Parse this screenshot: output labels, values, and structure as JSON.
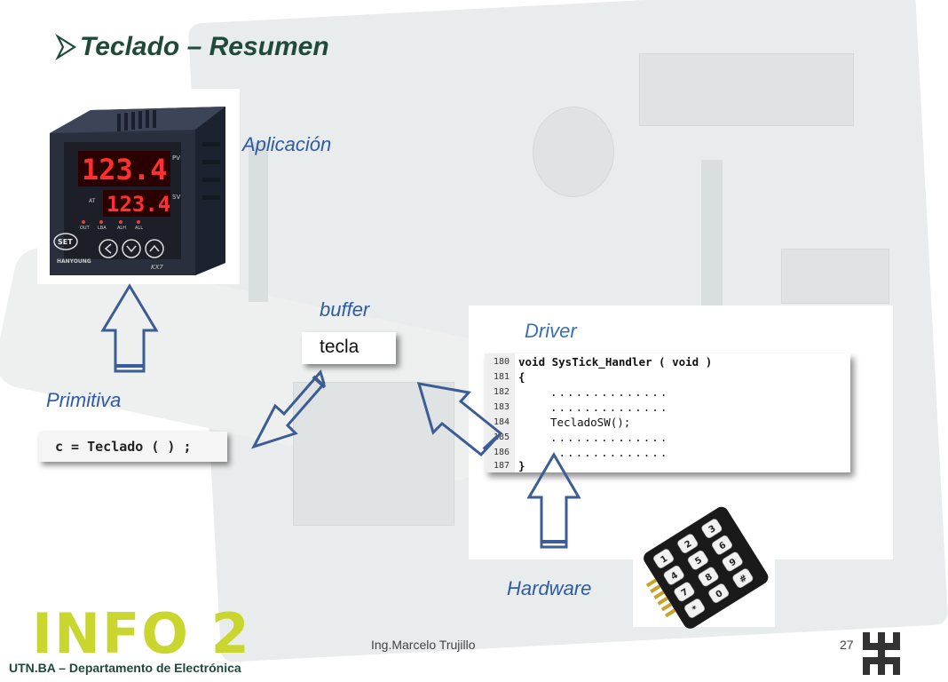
{
  "slide": {
    "title": "Teclado – Resumen",
    "labels": {
      "aplicacion": "Aplicación",
      "buffer": "buffer",
      "driver": "Driver",
      "primitiva": "Primitiva",
      "hardware": "Hardware"
    },
    "buffer_content": "tecla",
    "primitive_code": "c = Teclado ( ) ;",
    "driver_code": {
      "lines": [
        {
          "number": "180",
          "text": "void SysTick_Handler ( void )"
        },
        {
          "number": "181",
          "text": "{"
        },
        {
          "number": "182",
          "text": ".............."
        },
        {
          "number": "183",
          "text": ".............."
        },
        {
          "number": "184",
          "text": "TecladoSW();"
        },
        {
          "number": "185",
          "text": ".............."
        },
        {
          "number": "186",
          "text": ".............."
        },
        {
          "number": "187",
          "text": "}"
        }
      ]
    },
    "controller_display": {
      "pv": "123.4",
      "sv": "123.4",
      "pv_tag": "PV",
      "sv_tag": "SV",
      "brand": "HANYOUNG",
      "model": "KX7",
      "set_label": "SET",
      "indicators": [
        "AT",
        "OUT",
        "LBA",
        "ALH",
        "ALL"
      ]
    },
    "keypad_keys": [
      "1",
      "2",
      "3",
      "4",
      "5",
      "6",
      "7",
      "8",
      "9",
      "*",
      "0",
      "#"
    ]
  },
  "footer": {
    "logo_text": "INFO 2",
    "department": "UTN.BA – Departamento de Electrónica",
    "author": "Ing.Marcelo Trujillo",
    "page": "27"
  },
  "colors": {
    "title": "#1f4a3a",
    "label": "#2e5aa8",
    "arrow": "#3b5c95",
    "logo": "#c8d62e"
  }
}
